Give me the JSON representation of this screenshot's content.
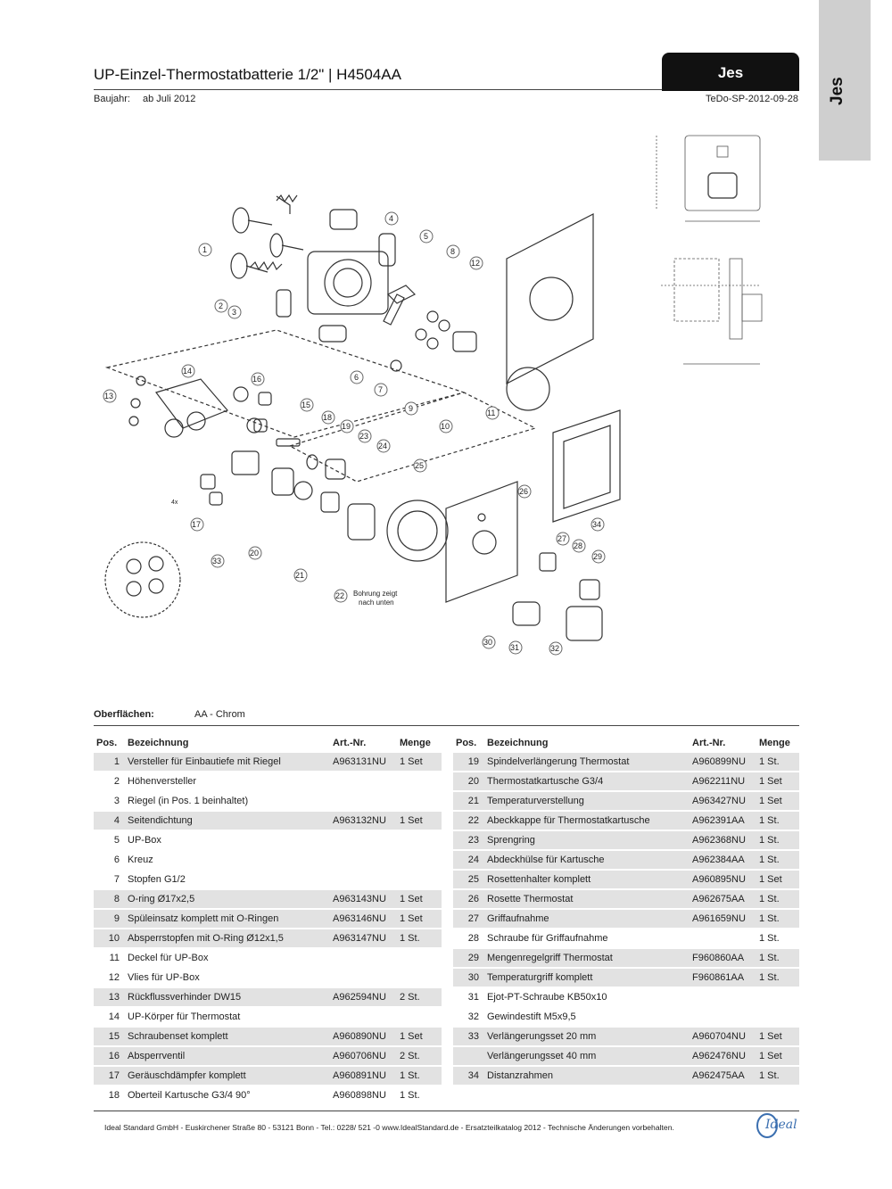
{
  "side_tab": {
    "label": "Jes"
  },
  "header": {
    "title": "UP-Einzel-Thermostatbatterie 1/2\" | H4504AA",
    "brand": "Jes",
    "baujahr_label": "Baujahr:",
    "baujahr_value": "ab Juli 2012",
    "doc_code": "TeDo-SP-2012-09-28"
  },
  "drawing": {
    "callouts": [
      "1",
      "2",
      "3",
      "4",
      "5",
      "6",
      "7",
      "8",
      "9",
      "10",
      "11",
      "12",
      "13",
      "14",
      "15",
      "16",
      "17",
      "18",
      "19",
      "20",
      "21",
      "22",
      "23",
      "24",
      "25",
      "26",
      "27",
      "28",
      "29",
      "30",
      "31",
      "32",
      "33",
      "34"
    ],
    "note_line1": "Bohrung zeigt",
    "note_line2": "nach unten",
    "qty_4x": "4x"
  },
  "surfaces": {
    "label": "Oberflächen:",
    "value": "AA - Chrom"
  },
  "table": {
    "headers": {
      "pos": "Pos.",
      "name": "Bezeichnung",
      "art": "Art.-Nr.",
      "qty": "Menge"
    },
    "left": [
      {
        "pos": "1",
        "name": "Versteller für Einbautiefe mit Riegel",
        "art": "A963131NU",
        "qty": "1 Set",
        "shaded": true
      },
      {
        "pos": "2",
        "name": "Höhenversteller",
        "art": "",
        "qty": "",
        "shaded": false
      },
      {
        "pos": "3",
        "name": "Riegel (in Pos. 1 beinhaltet)",
        "art": "",
        "qty": "",
        "shaded": false
      },
      {
        "pos": "4",
        "name": "Seitendichtung",
        "art": "A963132NU",
        "qty": "1 Set",
        "shaded": true
      },
      {
        "pos": "5",
        "name": "UP-Box",
        "art": "",
        "qty": "",
        "shaded": false
      },
      {
        "pos": "6",
        "name": "Kreuz",
        "art": "",
        "qty": "",
        "shaded": false
      },
      {
        "pos": "7",
        "name": "Stopfen G1/2",
        "art": "",
        "qty": "",
        "shaded": false
      },
      {
        "pos": "8",
        "name": "O-ring Ø17x2,5",
        "art": "A963143NU",
        "qty": "1 Set",
        "shaded": true
      },
      {
        "pos": "9",
        "name": "Spüleinsatz komplett mit O-Ringen",
        "art": "A963146NU",
        "qty": "1 Set",
        "shaded": true
      },
      {
        "pos": "10",
        "name": "Absperrstopfen mit O-Ring Ø12x1,5",
        "art": "A963147NU",
        "qty": "1 St.",
        "shaded": true
      },
      {
        "pos": "11",
        "name": "Deckel für UP-Box",
        "art": "",
        "qty": "",
        "shaded": false
      },
      {
        "pos": "12",
        "name": "Vlies für UP-Box",
        "art": "",
        "qty": "",
        "shaded": false
      },
      {
        "pos": "13",
        "name": "Rückflussverhinder DW15",
        "art": "A962594NU",
        "qty": "2 St.",
        "shaded": true
      },
      {
        "pos": "14",
        "name": "UP-Körper für Thermostat",
        "art": "",
        "qty": "",
        "shaded": false
      },
      {
        "pos": "15",
        "name": "Schraubenset komplett",
        "art": "A960890NU",
        "qty": "1 Set",
        "shaded": true
      },
      {
        "pos": "16",
        "name": "Absperrventil",
        "art": "A960706NU",
        "qty": "2 St.",
        "shaded": true
      },
      {
        "pos": "17",
        "name": "Geräuschdämpfer komplett",
        "art": "A960891NU",
        "qty": "1 St.",
        "shaded": true
      },
      {
        "pos": "18",
        "name": "Oberteil Kartusche G3/4 90°",
        "art": "A960898NU",
        "qty": "1 St.",
        "shaded": false
      }
    ],
    "right": [
      {
        "pos": "19",
        "name": "Spindelverlängerung Thermostat",
        "art": "A960899NU",
        "qty": "1 St.",
        "shaded": true
      },
      {
        "pos": "20",
        "name": "Thermostatkartusche G3/4",
        "art": "A962211NU",
        "qty": "1 Set",
        "shaded": true
      },
      {
        "pos": "21",
        "name": "Temperaturverstellung",
        "art": "A963427NU",
        "qty": "1 Set",
        "shaded": true
      },
      {
        "pos": "22",
        "name": "Abeckkappe für Thermostatkartusche",
        "art": "A962391AA",
        "qty": "1 St.",
        "shaded": true
      },
      {
        "pos": "23",
        "name": "Sprengring",
        "art": "A962368NU",
        "qty": "1 St.",
        "shaded": true
      },
      {
        "pos": "24",
        "name": "Abdeckhülse für Kartusche",
        "art": "A962384AA",
        "qty": "1 St.",
        "shaded": true
      },
      {
        "pos": "25",
        "name": "Rosettenhalter komplett",
        "art": "A960895NU",
        "qty": "1 Set",
        "shaded": true
      },
      {
        "pos": "26",
        "name": "Rosette Thermostat",
        "art": "A962675AA",
        "qty": "1 St.",
        "shaded": true
      },
      {
        "pos": "27",
        "name": "Griffaufnahme",
        "art": "A961659NU",
        "qty": "1 St.",
        "shaded": true
      },
      {
        "pos": "28",
        "name": "Schraube für Griffaufnahme",
        "art": "",
        "qty": "1 St.",
        "shaded": false
      },
      {
        "pos": "29",
        "name": "Mengenregelgriff Thermostat",
        "art": "F960860AA",
        "qty": "1 St.",
        "shaded": true
      },
      {
        "pos": "30",
        "name": "Temperaturgriff komplett",
        "art": "F960861AA",
        "qty": "1 St.",
        "shaded": true
      },
      {
        "pos": "31",
        "name": "Ejot-PT-Schraube KB50x10",
        "art": "",
        "qty": "",
        "shaded": false
      },
      {
        "pos": "32",
        "name": "Gewindestift M5x9,5",
        "art": "",
        "qty": "",
        "shaded": false
      },
      {
        "pos": "33",
        "name": "Verlängerungsset 20 mm",
        "art": "A960704NU",
        "qty": "1 Set",
        "shaded": true
      },
      {
        "pos": "",
        "name": "Verlängerungsset 40 mm",
        "art": "A962476NU",
        "qty": "1 Set",
        "shaded": true
      },
      {
        "pos": "34",
        "name": "Distanzrahmen",
        "art": "A962475AA",
        "qty": "1 St.",
        "shaded": true
      }
    ]
  },
  "footer": {
    "text": "Ideal Standard GmbH - Euskirchener Straße 80 - 53121 Bonn - Tel.: 0228/ 521 -0 www.IdealStandard.de - Ersatzteilkatalog 2012 - Technische Änderungen vorbehalten.",
    "logo_text": "Ideal"
  }
}
